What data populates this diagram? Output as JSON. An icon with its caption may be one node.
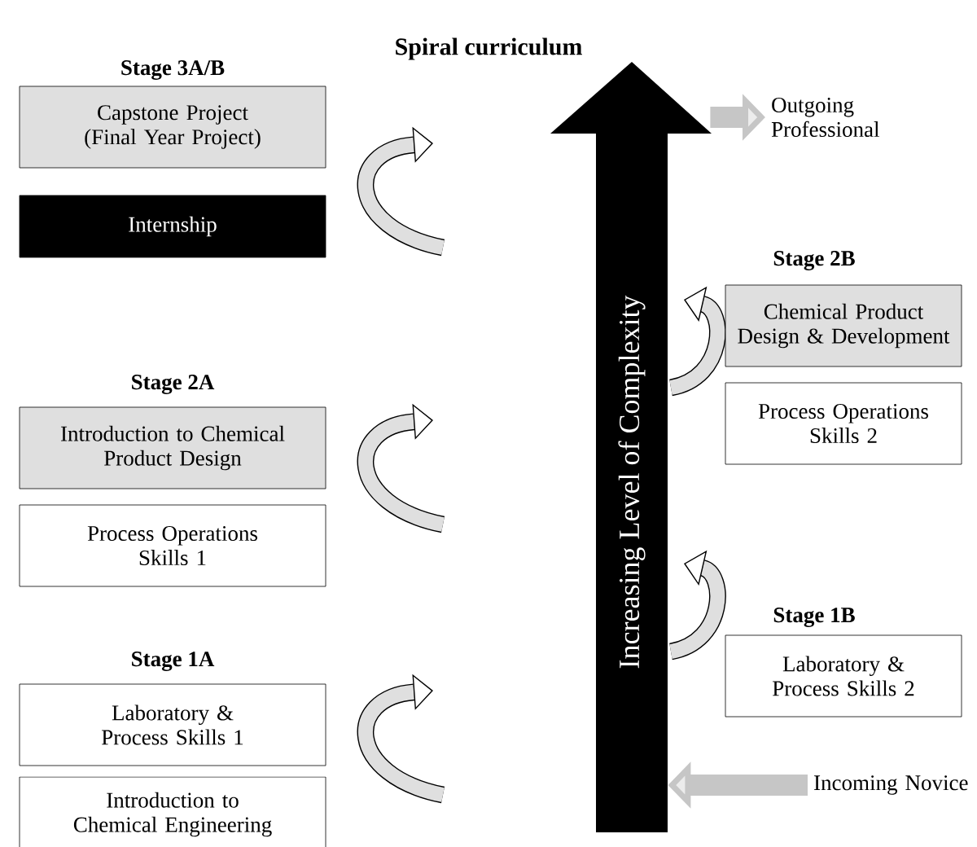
{
  "diagram": {
    "title": "Spiral curriculum",
    "nodes": [
      {
        "text": [
          "Increasing Level of Complexity"
        ]
      },
      {
        "text": [
          "Capstone Project (Final Year Project)"
        ]
      },
      {
        "text": [
          "Internship"
        ]
      },
      {
        "text": [
          "Introduction to Chemical Product Design"
        ]
      },
      {
        "text": [
          "Process Operations Skills 1"
        ]
      },
      {
        "text": [
          "Laboratory & Process Skills 1"
        ]
      },
      {
        "text": [
          "Introduction to Chemical Engineering"
        ]
      },
      {
        "text": [
          "Chemical Product Design & Development"
        ]
      },
      {
        "text": [
          "Process Operations Skills 2"
        ]
      },
      {
        "text": [
          "Laboratory & Process Skills 2"
        ]
      },
      {
        "text": [
          "Outgoing Professional"
        ]
      },
      {
        "text": [
          "Incoming Novice"
        ]
      }
    ],
    "edges": [
      {
        "from": 0,
        "to": 10,
        "arrow": "to"
      },
      {
        "from": 11,
        "to": 0,
        "arrow": "to"
      }
    ],
    "labels": [
      "Stage 3A/B",
      "Stage 2B",
      "Stage 2A",
      "Stage 1B",
      "Stage 1A"
    ]
  }
}
